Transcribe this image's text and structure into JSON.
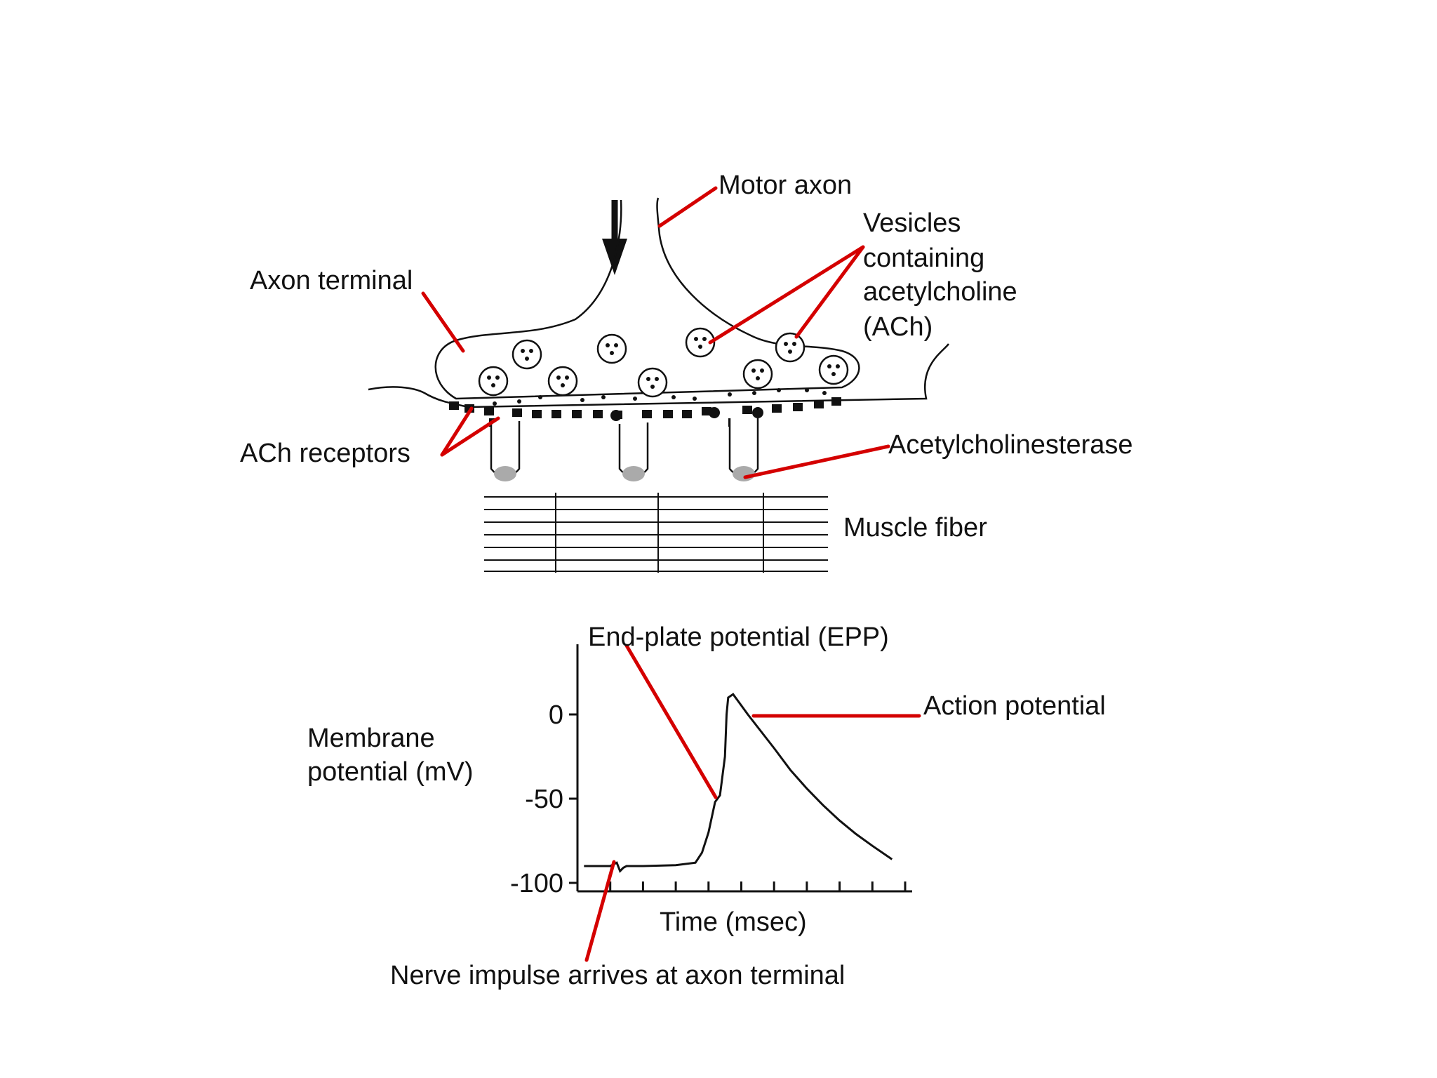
{
  "labels": {
    "motor_axon": "Motor axon",
    "vesicles_line1": "Vesicles",
    "vesicles_line2": "containing",
    "vesicles_line3": "acetylcholine",
    "vesicles_line4": "(ACh)",
    "axon_terminal": "Axon terminal",
    "ach_receptors": "ACh receptors",
    "acetylcholinesterase": "Acetylcholinesterase",
    "muscle_fiber": "Muscle fiber",
    "epp": "End-plate potential (EPP)",
    "action_potential": "Action potential",
    "nerve_impulse": "Nerve impulse arrives at axon terminal"
  },
  "colors": {
    "leader": "#d40000",
    "ink": "#111111"
  },
  "chart_data": {
    "type": "line",
    "title": "",
    "xlabel": "Time (msec)",
    "ylabel_line1": "Membrane",
    "ylabel_line2": "potential (mV)",
    "yticks": [
      "0",
      "-50",
      "-100"
    ],
    "yticks_values": [
      0,
      -50,
      -100
    ],
    "ylim": [
      -100,
      40
    ],
    "xlim": [
      0,
      10
    ],
    "x_tick_count": 10,
    "series": [
      {
        "x": [
          0.2,
          1.0,
          1.2,
          1.3,
          1.4,
          1.5,
          2.0,
          3.0,
          3.6,
          3.8,
          4.0,
          4.2,
          4.35,
          4.5,
          4.55,
          4.6,
          4.75,
          4.9,
          5.2,
          5.6,
          6.0,
          6.5,
          7.0,
          7.5,
          8.0,
          8.5,
          9.0,
          9.6
        ],
        "y": [
          -90,
          -90,
          -88,
          -93,
          -91,
          -90,
          -90,
          -89.5,
          -88,
          -82,
          -70,
          -52,
          -48,
          -25,
          0,
          10,
          12,
          8,
          0,
          -10,
          -20,
          -33,
          -44,
          -54,
          -63,
          -71,
          -78,
          -86
        ]
      }
    ]
  }
}
